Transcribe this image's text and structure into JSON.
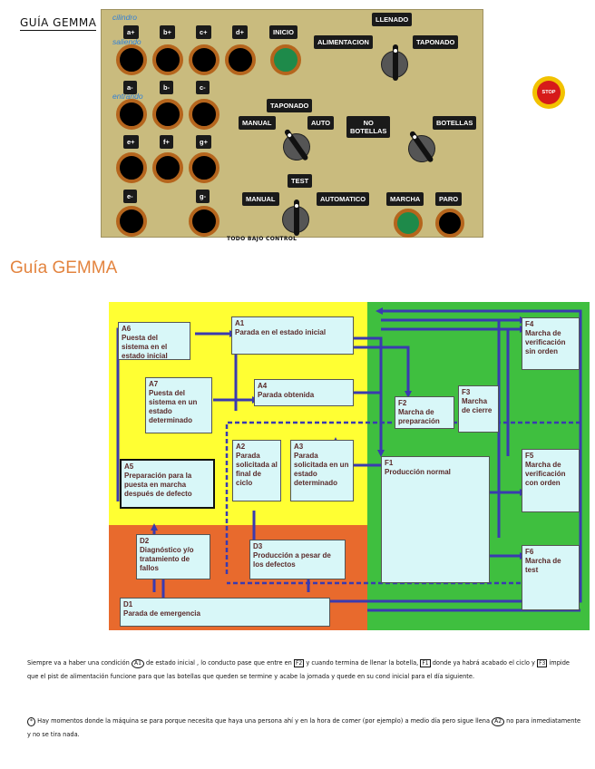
{
  "header": {
    "hand_title": "GUÍA GEMMA"
  },
  "panel": {
    "notes": {
      "cilindro": "cilindro",
      "saliendo": "saliendo",
      "entrando": "entrando"
    },
    "buttons": {
      "a_plus": "a+",
      "b_plus": "b+",
      "c_plus": "c+",
      "d_plus": "d+",
      "a_minus": "a-",
      "b_minus": "b-",
      "c_minus": "c-",
      "e_plus": "e+",
      "f_plus": "f+",
      "g_plus": "g+",
      "e_minus": "e-",
      "g_minus": "g-"
    },
    "labels": {
      "inicio": "INICIO",
      "llenado": "LLENADO",
      "alimentacion": "ALIMENTACION",
      "taponado_top": "TAPONADO",
      "stop": "STOP",
      "taponado_mid": "TAPONADO",
      "manual1": "MANUAL",
      "auto": "AUTO",
      "no_botellas": "NO\nBOTELLAS",
      "botellas": "BOTELLAS",
      "test": "TEST",
      "manual2": "MANUAL",
      "automatico": "AUTOMATICO",
      "marcha": "MARCHA",
      "paro": "PARO"
    },
    "caption": "TODO BAJO CONTROL"
  },
  "section_title": "Guía GEMMA",
  "gemma": {
    "colors": {
      "yellow": "#ffff33",
      "orange": "#e86a2d",
      "green": "#3fbf3f",
      "box": "#d8f7f8",
      "arrow": "#3a3ab0"
    },
    "boxes": {
      "a6": {
        "code": "A6",
        "text": "Puesta del sistema en el estado inicial"
      },
      "a1": {
        "code": "A1",
        "text": "Parada en el estado inicial"
      },
      "a7": {
        "code": "A7",
        "text": "Puesta del sistema en un estado determinado"
      },
      "a4": {
        "code": "A4",
        "text": "Parada obtenida"
      },
      "a5": {
        "code": "A5",
        "text": "Preparación para la puesta en marcha después de defecto"
      },
      "a2": {
        "code": "A2",
        "text": "Parada solicitada al final de ciclo"
      },
      "a3": {
        "code": "A3",
        "text": "Parada solicitada en un estado determinado"
      },
      "f2": {
        "code": "F2",
        "text": "Marcha de preparación"
      },
      "f3": {
        "code": "F3",
        "text": "Marcha de cierre"
      },
      "f4": {
        "code": "F4",
        "text": "Marcha de verificación sin orden"
      },
      "f1": {
        "code": "F1",
        "text": "Producción normal"
      },
      "f5": {
        "code": "F5",
        "text": "Marcha de verificación con orden"
      },
      "f6": {
        "code": "F6",
        "text": "Marcha de test"
      },
      "d2": {
        "code": "D2",
        "text": "Diagnóstico y/o tratamiento de fallos"
      },
      "d3": {
        "code": "D3",
        "text": "Producción a pesar de los defectos"
      },
      "d1": {
        "code": "D1",
        "text": "Parada de emergencia"
      }
    }
  },
  "notes": {
    "p1_a": "Siempre va a haber una condición",
    "p1_a1": "A1",
    "p1_b": "de estado inicial , lo conducto pase que entre en",
    "p1_f2": "F2",
    "p1_c": "y cuando termina de llenar la botella,",
    "p1_f1": "F1",
    "p1_d": "donde ya habrá acabado el ciclo y",
    "p1_f3": "F3",
    "p1_e": "impide que el pist de alimentación funcione para que las botellas que queden se termine y acabe la jornada y quede en su cond inicial para el día siguiente.",
    "p2_star": "*",
    "p2_a": "Hay momentos donde la máquina se para porque necesita que haya una persona ahí y en la hora de comer (por ejemplo) a medio día pero sigue llena",
    "p2_a2": "A2",
    "p2_b": "no para inmediatamente y no se tira nada."
  }
}
